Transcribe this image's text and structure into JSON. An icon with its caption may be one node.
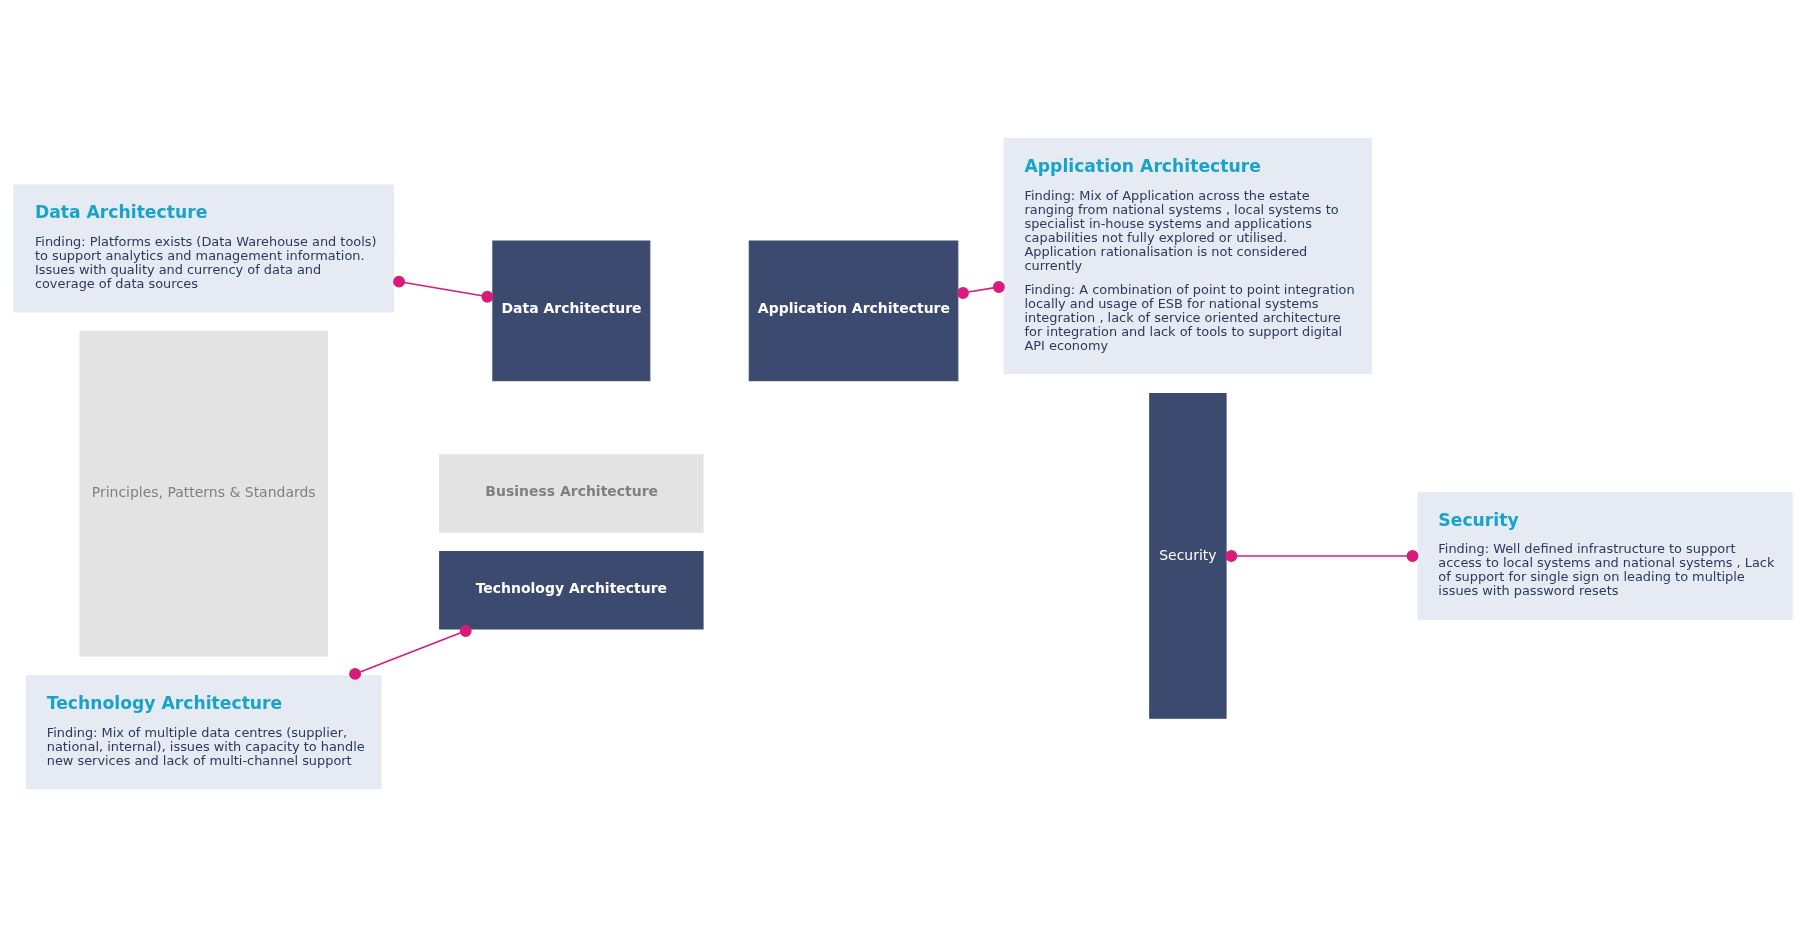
{
  "diagram": {
    "nodes": [
      {
        "text": [
          "Data Architecture",
          "Finding: Platforms exists (Data Warehouse and tools) to support analytics and management information. Issues with quality and currency of data and coverage of data sources"
        ]
      },
      {
        "text": [
          "Principles, Patterns & Standards"
        ]
      },
      {
        "text": [
          "Business Architecture"
        ]
      },
      {
        "text": [
          "Data Architecture"
        ]
      },
      {
        "text": [
          "Application Architecture"
        ]
      },
      {
        "text": [
          "Technology Architecture"
        ]
      },
      {
        "text": [
          "Security"
        ]
      },
      {
        "text": [
          "Application Architecture",
          "Finding: Mix of Application across the estate ranging from national systems , local systems to specialist in-house systems and applications capabilities not fully explored or utilised. Application rationalisation is not considered currently",
          "Finding: A combination of point to point integration locally and usage of ESB for national systems integration , lack of service oriented architecture for integration and lack of tools to support digital API economy"
        ]
      },
      {
        "text": [
          "Technology Architecture",
          "Finding: Mix of multiple data centres (supplier, national, internal), issues with capacity to handle new services and lack of multi-channel support"
        ]
      },
      {
        "text": [
          "Security",
          "Finding: Well defined infrastructure to support access to local systems and national systems , Lack of support for single sign on leading to multiple issues with password resets"
        ]
      }
    ],
    "edges": [
      {
        "from": 0,
        "to": 3,
        "arrow": "other"
      },
      {
        "from": 4,
        "to": 7,
        "arrow": "other"
      },
      {
        "from": 8,
        "to": 5,
        "arrow": "other"
      },
      {
        "from": 6,
        "to": 9,
        "arrow": "other"
      }
    ]
  }
}
